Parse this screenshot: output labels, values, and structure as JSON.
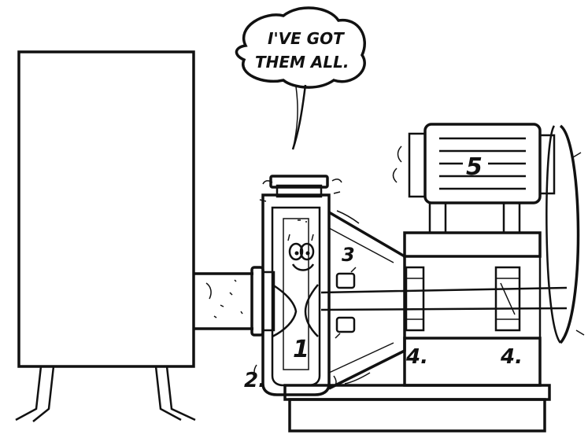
{
  "speech_bubble": {
    "line1": "I'VE GOT",
    "line2": "THEM ALL."
  },
  "labels": {
    "impeller": "1",
    "casing": "2.",
    "bearing_bracket": "3",
    "bearing_left": "4.",
    "bearing_right": "4.",
    "motor": "5"
  }
}
